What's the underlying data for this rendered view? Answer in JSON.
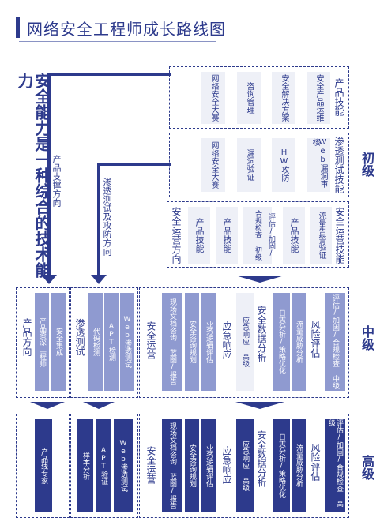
{
  "title": "网络安全工程师成长路线图",
  "left_banner": "安全能力是一种综合的技术能力",
  "dir_product": "产品支撑方向",
  "dir_pentest": "渗透测试及攻防方向",
  "levels": {
    "junior": "初级",
    "mid": "中级",
    "senior": "高级"
  },
  "junior": {
    "row1": {
      "label": "产品技能",
      "items": [
        "网络安全大赛",
        "咨询管理",
        "安全解决方案",
        "安全产品运维"
      ]
    },
    "row2": {
      "label": "渗透测试技能",
      "items": [
        "网络安全大赛",
        "漏洞验证",
        "HW攻防",
        "Web漏洞审核"
      ]
    },
    "row3": {
      "label_left": "安全运营方向",
      "label_right": "安全运营技能",
      "items": [
        "产品技能",
        "产品技能",
        "合规检查 初级",
        "评估/加固/",
        "产品技能",
        "流量告警验证"
      ]
    }
  },
  "mid": {
    "product": {
      "label": "产品方向",
      "items": [
        "产品资深工程师",
        "安全集成"
      ]
    },
    "pentest": {
      "label": "渗透测试",
      "items": [
        "代码检测",
        "APT检测",
        "Web渗透测试"
      ]
    },
    "ops": {
      "label": "安全运营",
      "items": [
        "现场文档咨询 蓝图/报告",
        "安全咨询规划",
        "业务逻辑评估"
      ]
    },
    "emergency": {
      "label": "应急响应",
      "items": [
        "应急响应 高级"
      ]
    },
    "data": {
      "label": "安全数据分析",
      "items": [
        "日志分析/策略优化",
        "流量威胁分析"
      ]
    },
    "risk": {
      "label": "风险评估",
      "items": [
        "评估/加固/合规检查 中级"
      ]
    }
  },
  "senior": {
    "product": {
      "items": [
        "产品线专家"
      ]
    },
    "pentest": {
      "items": [
        "样本分析",
        "APT验证",
        "Web渗透测试"
      ]
    },
    "ops": {
      "label": "安全运营",
      "items": [
        "现场文档咨询 蓝图/报告",
        "安全咨询规划",
        "业务逻辑评估"
      ]
    },
    "emergency": {
      "label": "应急响应",
      "items": [
        "应急响应 高级"
      ]
    },
    "data": {
      "label": "安全数据分析",
      "items": [
        "日志分析/策略优化",
        "流量威胁分析"
      ]
    },
    "risk": {
      "label": "风险评估",
      "items": [
        "评估/加固/合规检查 高级"
      ]
    }
  },
  "colors": {
    "primary": "#2d3a8c",
    "mid": "#8f9ad0",
    "light": "#eef0f7"
  }
}
